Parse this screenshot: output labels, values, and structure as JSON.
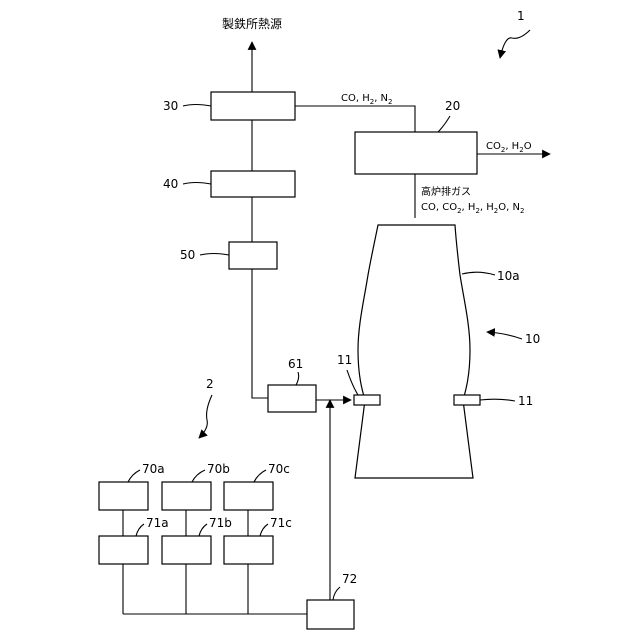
{
  "figure": {
    "system_1_ref": "1",
    "system_2_ref": "2",
    "steelworks_heat_source": "製鉄所熱源",
    "units": {
      "u30": "30",
      "u40": "40",
      "u50": "50",
      "u61": "61",
      "u20": "20",
      "u72": "72"
    },
    "furnace": {
      "ref": "10",
      "body_ref": "10a",
      "tuyere_left_ref": "11",
      "tuyere_right_ref": "11"
    },
    "tanks": {
      "t70a": "70a",
      "t70b": "70b",
      "t70c": "70c",
      "t71a": "71a",
      "t71b": "71b",
      "t71c": "71c"
    },
    "gases": {
      "to_30": {
        "a": "CO, H",
        "b": "2",
        "c": ", N",
        "d": "2"
      },
      "from_20": {
        "a": "CO",
        "b": "2",
        "c": ", H",
        "d": "2",
        "e": "O"
      },
      "bf_gas_title": "高炉排ガス",
      "bf_gas_comp": {
        "a": "CO, CO",
        "b": "2",
        "c": ", H",
        "d": "2",
        "e": ", H",
        "f": "2",
        "g": "O, N",
        "h": "2"
      }
    }
  }
}
